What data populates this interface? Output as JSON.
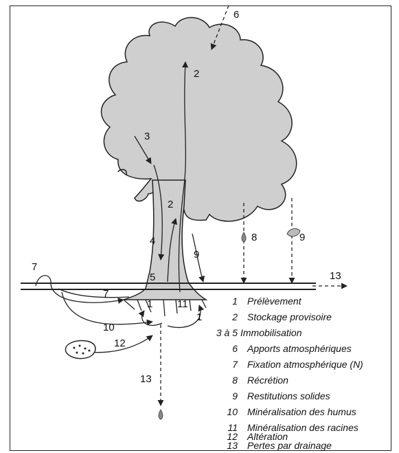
{
  "labels": {
    "l6": "6",
    "l2_top": "2",
    "l3": "3",
    "l2_trunk": "2",
    "l4": "4",
    "l5": "5",
    "l8": "8",
    "l9_dashed": "9",
    "l9_arrow": "9",
    "l7_left": "7",
    "l7_ground": "7",
    "l13_right": "13",
    "l1_left": "1",
    "l11": "11",
    "l1_right": "1",
    "l10": "10",
    "l12": "12",
    "l13_bottom": "13"
  },
  "legend": [
    {
      "num": "1",
      "text": "Prélèvement"
    },
    {
      "num": "2",
      "text": "Stockage provisoire"
    },
    {
      "num": "3 à 5",
      "text": "Immobilisation"
    },
    {
      "num": "6",
      "text": "Apports atmosphériques"
    },
    {
      "num": "7",
      "text": "Fixation atmosphérique (N)"
    },
    {
      "num": "8",
      "text": "Récrétion"
    },
    {
      "num": "9",
      "text": "Restitutions solides"
    },
    {
      "num": "10",
      "text": "Minéralisation des humus"
    },
    {
      "num": "11",
      "text": "Minéralisation des racines"
    },
    {
      "num": "12",
      "text": "Altération"
    },
    {
      "num": "13",
      "text": "Pertes par drainage"
    }
  ],
  "colors": {
    "canopy": "#cfcfcf",
    "stroke": "#222222",
    "background": "#ffffff"
  }
}
